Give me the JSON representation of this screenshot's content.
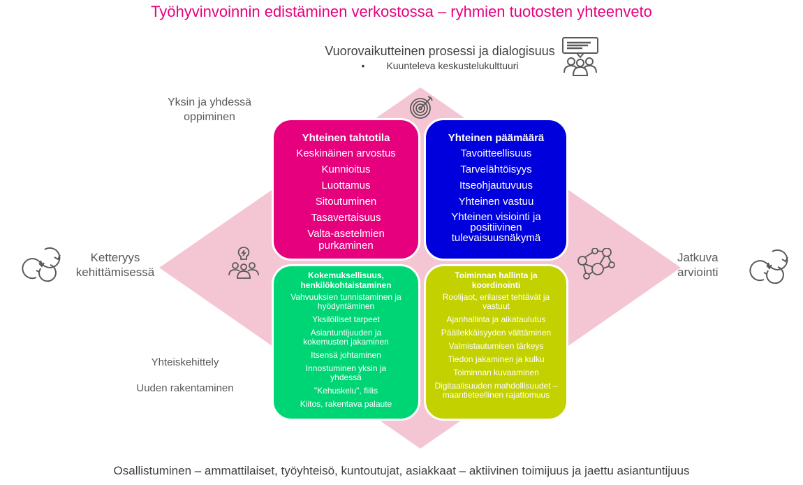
{
  "title": "Työhyvinvoinnin edistäminen verkostossa – ryhmien tuotosten yhteenveto",
  "top": {
    "label": "Vuorovaikutteinen prosessi ja dialogisuus",
    "bullet": "•",
    "sub": "Kuunteleva keskustelukulttuuri",
    "icon": "dialogue-group-icon"
  },
  "left_upper": {
    "line1": "Yksin ja yhdessä",
    "line2": "oppiminen"
  },
  "left_middle": {
    "line1": "Ketteryys",
    "line2": "kehittämisessä",
    "icon": "cycle-arrows-icon"
  },
  "left_lower": {
    "item1": "Yhteiskehittely",
    "item2": "Uuden rakentaminen"
  },
  "right_middle": {
    "line1": "Jatkuva",
    "line2": "arviointi",
    "icon": "cycle-arrows-icon"
  },
  "diamond_icons": {
    "top": "target-icon",
    "left": "idea-group-icon",
    "right": "network-icon"
  },
  "colors": {
    "title": "#e6007e",
    "diamond": "#f4c6d4",
    "pink_box": "#e6007e",
    "blue_box": "#0000dd",
    "green_box": "#00d576",
    "yellow_box": "#c3d100"
  },
  "boxes": {
    "pink": {
      "heading": "Yhteinen tahtotila",
      "items": [
        "Keskinäinen arvostus",
        "Kunnioitus",
        "Luottamus",
        "Sitoutuminen",
        "Tasavertaisuus",
        "Valta-asetelmien purkaminen"
      ]
    },
    "blue": {
      "heading": "Yhteinen päämäärä",
      "items": [
        "Tavoitteellisuus",
        "Tarvelähtöisyys",
        "Itseohjautuvuus",
        "Yhteinen vastuu",
        "Yhteinen visiointi ja positiivinen tulevaisuusnäkymä"
      ]
    },
    "green": {
      "heading": "Kokemuksellisuus, henkilökohtaistaminen",
      "items": [
        "Vahvuuksien tunnistaminen ja hyödyntäminen",
        "Yksilölliset tarpeet",
        "Asiantuntijuuden ja kokemusten jakaminen",
        "Itsensä johtaminen",
        "Innostuminen yksin ja yhdessä",
        "\"Kehuskelu\", fiilis",
        "Kiitos, rakentava palaute"
      ]
    },
    "yellow": {
      "heading": "Toiminnan hallinta ja koordinointi",
      "items": [
        "Roolijaot, erilaiset tehtävät ja vastuut",
        "Ajanhallinta ja aikataulutus",
        "Päällekkäisyyden välttäminen",
        "Valmistautumisen tärkeys",
        "Tiedon jakaminen ja kulku",
        "Toiminnan kuvaaminen",
        "Digitaalisuuden mahdollisuudet – maantieteellinen rajattomuus"
      ]
    }
  },
  "bottom": "Osallistuminen – ammattilaiset, työyhteisö, kuntoutujat, asiakkaat – aktiivinen toimijuus ja jaettu asiantuntijuus"
}
